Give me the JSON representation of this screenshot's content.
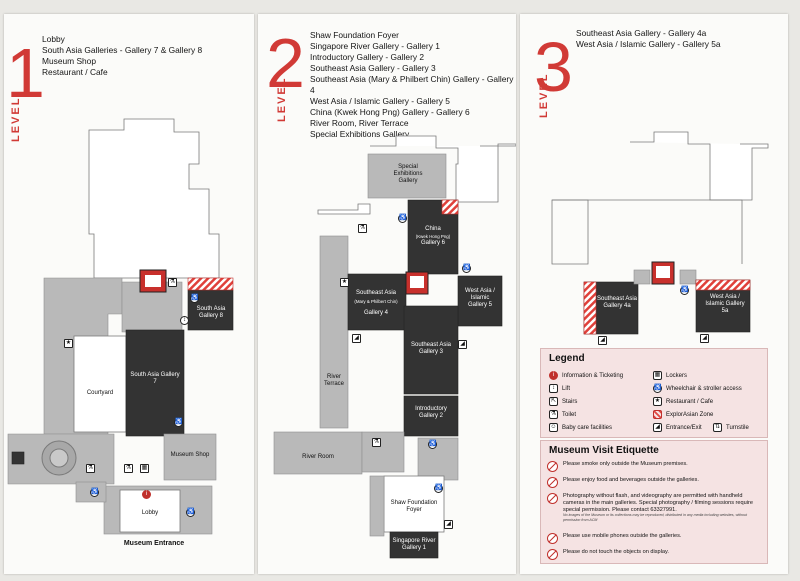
{
  "level1": {
    "number": "1",
    "word": "LEVEL",
    "items": [
      "Lobby",
      "South Asia Galleries - Gallery 7 & Gallery 8",
      "Museum Shop",
      "Restaurant / Cafe"
    ],
    "labels": {
      "south_asia_8": "South Asia Gallery 8",
      "south_asia_7": "South Asia Gallery 7",
      "courtyard": "Courtyard",
      "museum_shop": "Museum Shop",
      "lobby": "Lobby",
      "entrance": "Museum Entrance"
    }
  },
  "level2": {
    "number": "2",
    "word": "LEVEL",
    "items": [
      "Shaw Foundation Foyer",
      "Singapore River Gallery - Gallery 1",
      "Introductory Gallery - Gallery 2",
      "Southeast Asia Gallery - Gallery 3",
      "Southeast Asia (Mary & Philbert Chin) Gallery - Gallery 4",
      "West Asia / Islamic Gallery - Gallery 5",
      "China (Kwek Hong Png) Gallery - Gallery 6",
      "River Room, River Terrace",
      "Special Exhibitions Gallery"
    ],
    "labels": {
      "special": "Special Exhibitions Gallery",
      "china": "China",
      "china_sub": "(Kwek Hong Png)",
      "china_gal": "Gallery 6",
      "sea4": "Southeast Asia",
      "sea4_sub": "(Mary & Philbert Chin)",
      "sea4_gal": "Gallery 4",
      "wa5": "West Asia / Islamic Gallery 5",
      "sea3": "Southeast Asia Gallery 3",
      "river_terrace": "River Terrace",
      "intro": "Introductory Gallery 2",
      "river_room": "River Room",
      "shaw": "Shaw Foundation Foyer",
      "sing": "Singapore River Gallery 1"
    }
  },
  "level3": {
    "number": "3",
    "word": "LEVEL",
    "items": [
      "Southeast Asia Gallery - Gallery 4a",
      "West Asia / Islamic Gallery - Gallery 5a"
    ],
    "labels": {
      "sea4a": "Southeast Asia Gallery 4a",
      "wa5a": "West Asia / Islamic Gallery 5a"
    }
  },
  "legend": {
    "title": "Legend",
    "items": [
      {
        "icon": "information-icon",
        "label": "Information & Ticketing"
      },
      {
        "icon": "lift-icon",
        "label": "Lift"
      },
      {
        "icon": "stairs-icon",
        "label": "Stairs"
      },
      {
        "icon": "toilet-icon",
        "label": "Toilet"
      },
      {
        "icon": "baby-care-icon",
        "label": "Baby care facilities"
      },
      {
        "icon": "lockers-icon",
        "label": "Lockers"
      },
      {
        "icon": "wheelchair-icon",
        "label": "Wheelchair & stroller access"
      },
      {
        "icon": "restaurant-icon",
        "label": "Restaurant / Cafe"
      },
      {
        "icon": "explorasian-zone-icon",
        "label": "ExplorAsian Zone"
      },
      {
        "icon": "entrance-exit-icon",
        "label": "Entrance/Exit"
      },
      {
        "icon": "turnstile-icon",
        "label": "Turnstile"
      }
    ]
  },
  "etiquette": {
    "title": "Museum Visit Etiquette",
    "items": [
      "Please smoke only outside the Museum premises.",
      "Please enjoy food and beverages outside the galleries.",
      "Photography without flash, and videography are permitted with handheld cameras in the main galleries. Special photography / filming sessions require special permission. Please contact 63327991.",
      "Please use mobile phones outside the galleries.",
      "Please do not touch the objects on display."
    ],
    "fine_print": "No images of the Museum or its collections may be reproduced, distributed in any media including websites, without permission from ACM"
  },
  "colors": {
    "accent": "#d13a36",
    "dark_gallery": "#333333",
    "gray_room": "#b9b9b9",
    "legend_bg": "#f5e3e3"
  }
}
